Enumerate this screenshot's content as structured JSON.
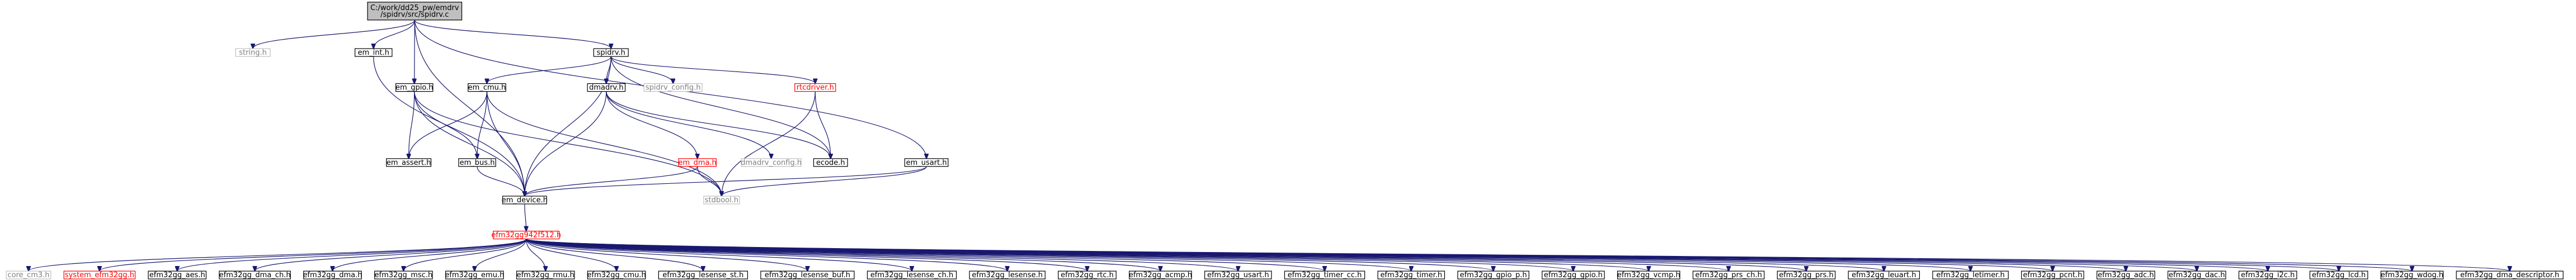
{
  "nodes": [
    {
      "id": "root",
      "label": "C:/work/dd25_pw/emdrv/spidrv/src/spidrv.c",
      "lines": [
        "C:/work/dd25_pw/emdrv",
        "/spidrv/src/spidrv.c"
      ],
      "style": "root"
    },
    {
      "id": "string_h",
      "label": "string.h",
      "style": "gray"
    },
    {
      "id": "em_int_h",
      "label": "em_int.h",
      "style": "normal"
    },
    {
      "id": "spidrv_h",
      "label": "spidrv.h",
      "style": "normal"
    },
    {
      "id": "em_gpio_h",
      "label": "em_gpio.h",
      "style": "normal"
    },
    {
      "id": "em_cmu_h",
      "label": "em_cmu.h",
      "style": "normal"
    },
    {
      "id": "dmadrv_h",
      "label": "dmadrv.h",
      "style": "normal"
    },
    {
      "id": "spidrv_config_h",
      "label": "spidrv_config.h",
      "style": "gray"
    },
    {
      "id": "rtcdriver_h",
      "label": "rtcdriver.h",
      "style": "red"
    },
    {
      "id": "em_usart_h",
      "label": "em_usart.h",
      "style": "normal"
    },
    {
      "id": "em_assert_h",
      "label": "em_assert.h",
      "style": "normal"
    },
    {
      "id": "em_bus_h",
      "label": "em_bus.h",
      "style": "normal"
    },
    {
      "id": "em_dma_h",
      "label": "em_dma.h",
      "style": "red"
    },
    {
      "id": "dmadrv_config_h",
      "label": "dmadrv_config.h",
      "style": "gray"
    },
    {
      "id": "ecode_h",
      "label": "ecode.h",
      "style": "normal"
    },
    {
      "id": "em_device_h",
      "label": "em_device.h",
      "style": "normal"
    },
    {
      "id": "stdbool_h",
      "label": "stdbool.h",
      "style": "gray"
    },
    {
      "id": "efm32gg_h",
      "label": "efm32gg942f512.h",
      "style": "red"
    },
    {
      "id": "core_cm3_h",
      "label": "core_cm3.h",
      "style": "gray"
    },
    {
      "id": "system_efm32gg_h",
      "label": "system_efm32gg.h",
      "style": "red"
    },
    {
      "id": "aes_h",
      "label": "efm32gg_aes.h",
      "style": "normal"
    },
    {
      "id": "dma_ch_h",
      "label": "efm32gg_dma_ch.h",
      "style": "normal"
    },
    {
      "id": "dma_h",
      "label": "efm32gg_dma.h",
      "style": "normal"
    },
    {
      "id": "msc_h",
      "label": "efm32gg_msc.h",
      "style": "normal"
    },
    {
      "id": "emu_h",
      "label": "efm32gg_emu.h",
      "style": "normal"
    },
    {
      "id": "rmu_h",
      "label": "efm32gg_rmu.h",
      "style": "normal"
    },
    {
      "id": "cmu_h",
      "label": "efm32gg_cmu.h",
      "style": "normal"
    },
    {
      "id": "lesense_st_h",
      "label": "efm32gg_lesense_st.h",
      "style": "normal"
    },
    {
      "id": "lesense_buf_h",
      "label": "efm32gg_lesense_buf.h",
      "style": "normal"
    },
    {
      "id": "lesense_ch_h",
      "label": "efm32gg_lesense_ch.h",
      "style": "normal"
    },
    {
      "id": "lesense_h",
      "label": "efm32gg_lesense.h",
      "style": "normal"
    },
    {
      "id": "rtc_h",
      "label": "efm32gg_rtc.h",
      "style": "normal"
    },
    {
      "id": "acmp_h",
      "label": "efm32gg_acmp.h",
      "style": "normal"
    },
    {
      "id": "usart_h",
      "label": "efm32gg_usart.h",
      "style": "normal"
    },
    {
      "id": "timer_cc_h",
      "label": "efm32gg_timer_cc.h",
      "style": "normal"
    },
    {
      "id": "timer_h",
      "label": "efm32gg_timer.h",
      "style": "normal"
    },
    {
      "id": "gpio_p_h",
      "label": "efm32gg_gpio_p.h",
      "style": "normal"
    },
    {
      "id": "gpio_h",
      "label": "efm32gg_gpio.h",
      "style": "normal"
    },
    {
      "id": "vcmp_h",
      "label": "efm32gg_vcmp.h",
      "style": "normal"
    },
    {
      "id": "prs_ch_h",
      "label": "efm32gg_prs_ch.h",
      "style": "normal"
    },
    {
      "id": "prs_h",
      "label": "efm32gg_prs.h",
      "style": "normal"
    },
    {
      "id": "leuart_h",
      "label": "efm32gg_leuart.h",
      "style": "normal"
    },
    {
      "id": "letimer_h",
      "label": "efm32gg_letimer.h",
      "style": "normal"
    },
    {
      "id": "pcnt_h",
      "label": "efm32gg_pcnt.h",
      "style": "normal"
    },
    {
      "id": "adc_h",
      "label": "efm32gg_adc.h",
      "style": "normal"
    },
    {
      "id": "dac_h",
      "label": "efm32gg_dac.h",
      "style": "normal"
    },
    {
      "id": "i2c_h",
      "label": "efm32gg_i2c.h",
      "style": "normal"
    },
    {
      "id": "lcd_h",
      "label": "efm32gg_lcd.h",
      "style": "normal"
    },
    {
      "id": "wdog_h",
      "label": "efm32gg_wdog.h",
      "style": "normal"
    },
    {
      "id": "dma_descriptor_h",
      "label": "efm32gg_dma_descriptor.h",
      "style": "normal"
    }
  ],
  "edges": [
    [
      "root",
      "string_h"
    ],
    [
      "root",
      "em_int_h"
    ],
    [
      "root",
      "spidrv_h"
    ],
    [
      "root",
      "em_gpio_h"
    ],
    [
      "root",
      "em_device_h"
    ],
    [
      "root",
      "em_usart_h"
    ],
    [
      "em_int_h",
      "em_device_h"
    ],
    [
      "spidrv_h",
      "em_cmu_h"
    ],
    [
      "spidrv_h",
      "dmadrv_h"
    ],
    [
      "spidrv_h",
      "spidrv_config_h"
    ],
    [
      "spidrv_h",
      "rtcdriver_h"
    ],
    [
      "spidrv_h",
      "ecode_h"
    ],
    [
      "spidrv_h",
      "em_device_h"
    ],
    [
      "em_gpio_h",
      "em_assert_h"
    ],
    [
      "em_gpio_h",
      "em_bus_h"
    ],
    [
      "em_gpio_h",
      "em_device_h"
    ],
    [
      "em_gpio_h",
      "stdbool_h"
    ],
    [
      "em_cmu_h",
      "em_assert_h"
    ],
    [
      "em_cmu_h",
      "em_bus_h"
    ],
    [
      "em_cmu_h",
      "em_device_h"
    ],
    [
      "em_cmu_h",
      "stdbool_h"
    ],
    [
      "dmadrv_h",
      "em_dma_h"
    ],
    [
      "dmadrv_h",
      "dmadrv_config_h"
    ],
    [
      "dmadrv_h",
      "ecode_h"
    ],
    [
      "dmadrv_h",
      "em_device_h"
    ],
    [
      "rtcdriver_h",
      "ecode_h"
    ],
    [
      "rtcdriver_h",
      "stdbool_h"
    ],
    [
      "em_usart_h",
      "em_device_h"
    ],
    [
      "em_usart_h",
      "stdbool_h"
    ],
    [
      "em_bus_h",
      "em_device_h"
    ],
    [
      "em_dma_h",
      "em_device_h"
    ],
    [
      "em_dma_h",
      "stdbool_h"
    ],
    [
      "em_device_h",
      "efm32gg_h"
    ],
    [
      "efm32gg_h",
      "core_cm3_h"
    ],
    [
      "efm32gg_h",
      "system_efm32gg_h"
    ],
    [
      "efm32gg_h",
      "aes_h"
    ],
    [
      "efm32gg_h",
      "dma_ch_h"
    ],
    [
      "efm32gg_h",
      "dma_h"
    ],
    [
      "efm32gg_h",
      "msc_h"
    ],
    [
      "efm32gg_h",
      "emu_h"
    ],
    [
      "efm32gg_h",
      "rmu_h"
    ],
    [
      "efm32gg_h",
      "cmu_h"
    ],
    [
      "efm32gg_h",
      "lesense_st_h"
    ],
    [
      "efm32gg_h",
      "lesense_buf_h"
    ],
    [
      "efm32gg_h",
      "lesense_ch_h"
    ],
    [
      "efm32gg_h",
      "lesense_h"
    ],
    [
      "efm32gg_h",
      "rtc_h"
    ],
    [
      "efm32gg_h",
      "acmp_h"
    ],
    [
      "efm32gg_h",
      "usart_h"
    ],
    [
      "efm32gg_h",
      "timer_cc_h"
    ],
    [
      "efm32gg_h",
      "timer_h"
    ],
    [
      "efm32gg_h",
      "gpio_p_h"
    ],
    [
      "efm32gg_h",
      "gpio_h"
    ],
    [
      "efm32gg_h",
      "vcmp_h"
    ],
    [
      "efm32gg_h",
      "prs_ch_h"
    ],
    [
      "efm32gg_h",
      "prs_h"
    ],
    [
      "efm32gg_h",
      "leuart_h"
    ],
    [
      "efm32gg_h",
      "letimer_h"
    ],
    [
      "efm32gg_h",
      "pcnt_h"
    ],
    [
      "efm32gg_h",
      "adc_h"
    ],
    [
      "efm32gg_h",
      "dac_h"
    ],
    [
      "efm32gg_h",
      "i2c_h"
    ],
    [
      "efm32gg_h",
      "lcd_h"
    ],
    [
      "efm32gg_h",
      "wdog_h"
    ],
    [
      "efm32gg_h",
      "dma_descriptor_h"
    ]
  ],
  "colors": {
    "edge": "#191970",
    "node_border": "#000000",
    "root_fill": "#bfbfbf",
    "red_border": "#ff0000",
    "gray_border": "#bfbfbf",
    "gray_text": "#808080"
  }
}
